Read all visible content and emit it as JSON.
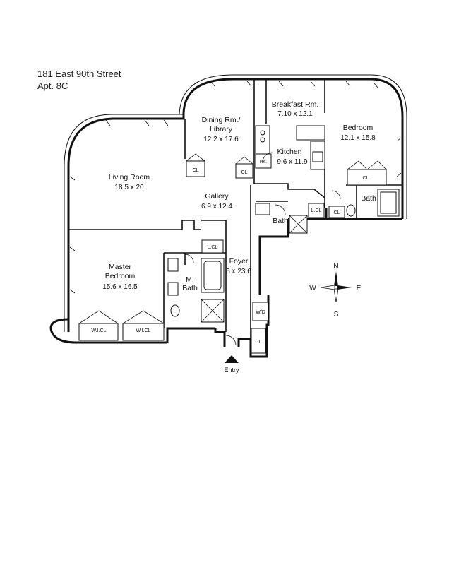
{
  "header": {
    "address_line1": "181 East 90th Street",
    "address_line2": "Apt. 8C"
  },
  "rooms": {
    "living": {
      "name": "Living Room",
      "dim": "18.5 x 20"
    },
    "dining": {
      "name_line1": "Dining Rm./",
      "name_line2": "Library",
      "dim": "12.2 x 17.6"
    },
    "breakfast": {
      "name": "Breakfast Rm.",
      "dim": "7.10 x 12.1"
    },
    "kitchen": {
      "name": "Kitchen",
      "dim": "9.6 x 11.9"
    },
    "bedroom": {
      "name": "Bedroom",
      "dim": "12.1 x 15.8"
    },
    "gallery": {
      "name": "Gallery",
      "dim": "6.9 x 12.4"
    },
    "foyer": {
      "name": "Foyer",
      "dim": "5 x 23.6"
    },
    "master": {
      "name_line1": "Master",
      "name_line2": "Bedroom",
      "dim": "15.6 x 16.5"
    },
    "mbath": {
      "name_line1": "M.",
      "name_line2": "Bath"
    },
    "bath1": {
      "name": "Bath"
    },
    "bath2": {
      "name": "Bath"
    }
  },
  "fixtures": {
    "closet": "CL",
    "walk_in_closet": "W.I.CL",
    "linen_closet": "L.CL",
    "ref": "ref.",
    "washer_dryer": "W/D"
  },
  "compass": {
    "north": "N",
    "south": "S",
    "east": "E",
    "west": "W"
  },
  "entry": {
    "label": "Entry"
  }
}
